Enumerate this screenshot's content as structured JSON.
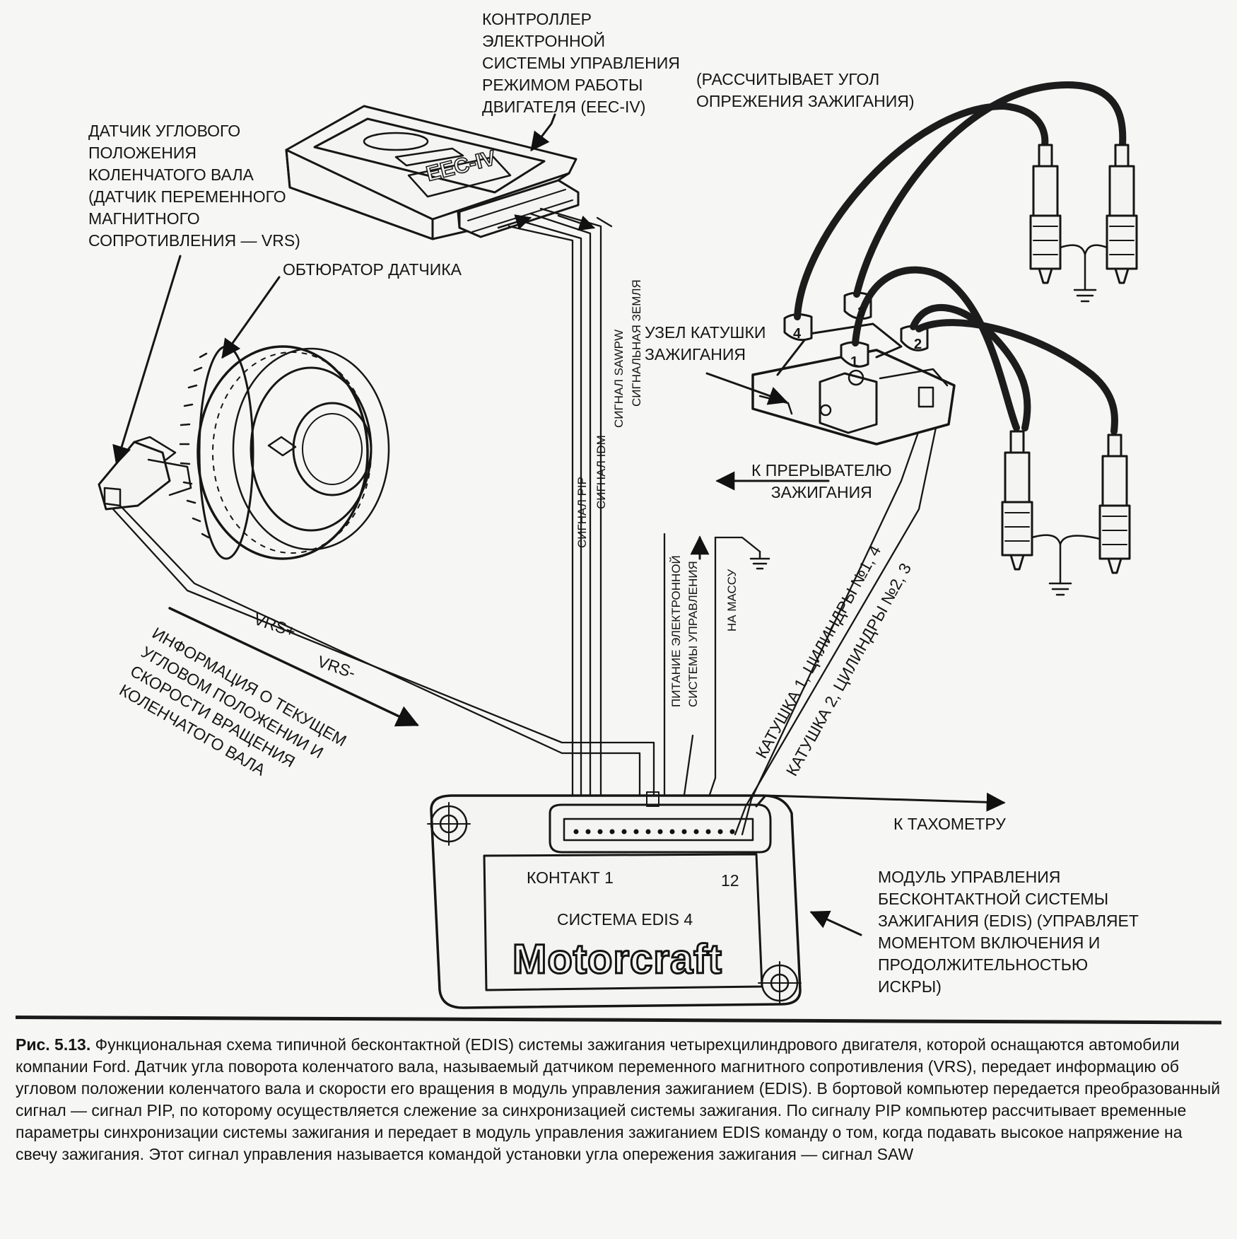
{
  "labels": {
    "eec_controller": "КОНТРОЛЛЕР\nЭЛЕКТРОННОЙ\nСИСТЕМЫ УПРАВЛЕНИЯ\nРЕЖИМОМ РАБОТЫ\nДВИГАТЕЛЯ (EEC-IV)",
    "ignition_angle": "(РАССЧИТЫВАЕТ УГОЛ\nОПРЕЖЕНИЯ ЗАЖИГАНИЯ)",
    "crank_sensor": "ДАТЧИК УГЛОВОГО\nПОЛОЖЕНИЯ\nКОЛЕНЧАТОГО ВАЛА\n(ДАТЧИК ПЕРЕМЕННОГО\nМАГНИТНОГО\nСОПРОТИВЛЕНИЯ — VRS)",
    "obturator": "ОБТЮРАТОР ДАТЧИКА",
    "coil_unit": "УЗЕЛ КАТУШКИ\nЗАЖИГАНИЯ",
    "to_breaker": "К ПРЕРЫВАТЕЛЮ\nЗАЖИГАНИЯ",
    "sig_pip": "СИГНАЛ PIP",
    "sig_idm": "СИГНАЛ IDM",
    "sig_sawpw": "СИГНАЛ SAWPW",
    "sig_ground": "СИГНАЛЬНАЯ ЗЕМЛЯ",
    "power": "ПИТАНИЕ ЭЛЕКТРОННОЙ\nСИСТЕМЫ УПРАВЛЕНИЯ",
    "to_mass": "НА МАССУ",
    "coil1": "КАТУШКА 1, ЦИЛИНДРЫ №1, 4",
    "coil2": "КАТУШКА 2, ЦИЛИНДРЫ №2, 3",
    "vrs_plus": "VRS+",
    "vrs_minus": "VRS-",
    "info": "ИНФОРМАЦИЯ О ТЕКУЩЕМ\nУГЛОВОМ ПОЛОЖЕНИИ И\nСКОРОСТИ ВРАЩЕНИЯ\nКОЛЕНЧАТОГО ВАЛА",
    "to_tacho": "К ТАХОМЕТРУ",
    "contact1": "КОНТАКТ 1",
    "pin12": "12",
    "edis_system": "СИСТЕМА EDIS 4",
    "motorcraft": "Motorcraft",
    "edis_module": "МОДУЛЬ УПРАВЛЕНИЯ\nБЕСКОНТАКТНОЙ СИСТЕМЫ\nЗАЖИГАНИЯ (EDIS) (УПРАВЛЯЕТ\nМОМЕНТОМ ВКЛЮЧЕНИЯ И\nПРОДОЛЖИТЕЛЬНОСТЬЮ\nИСКРЫ)",
    "eec_badge": "EEC-IV",
    "coil_num_1": "1",
    "coil_num_2": "2",
    "coil_num_3": "3",
    "coil_num_4": "4"
  },
  "caption": {
    "prefix": "Рис. 5.13.",
    "text": " Функциональная схема типичной бесконтактной (EDIS) системы зажигания четырехцилиндрового двигателя, которой оснащаются автомобили компании Ford. Датчик угла поворота коленчатого вала, называемый датчиком переменного магнитного сопротивления (VRS), передает информацию об угловом положении коленчатого вала и скорости его вращения в модуль управления зажиганием (EDIS). В бортовой компьютер передается преобразованный сигнал — сигнал PIP, по которому осуществляется слежение за синхронизацией системы зажигания. По сигналу PIP компьютер рассчитывает временные параметры синхронизации системы зажигания и передает в модуль управления зажиганием EDIS команду о том, когда подавать высокое напряжение на свечу зажигания. Этот сигнал управления называется командой установки угла опережения зажигания — сигнал SAW"
  }
}
